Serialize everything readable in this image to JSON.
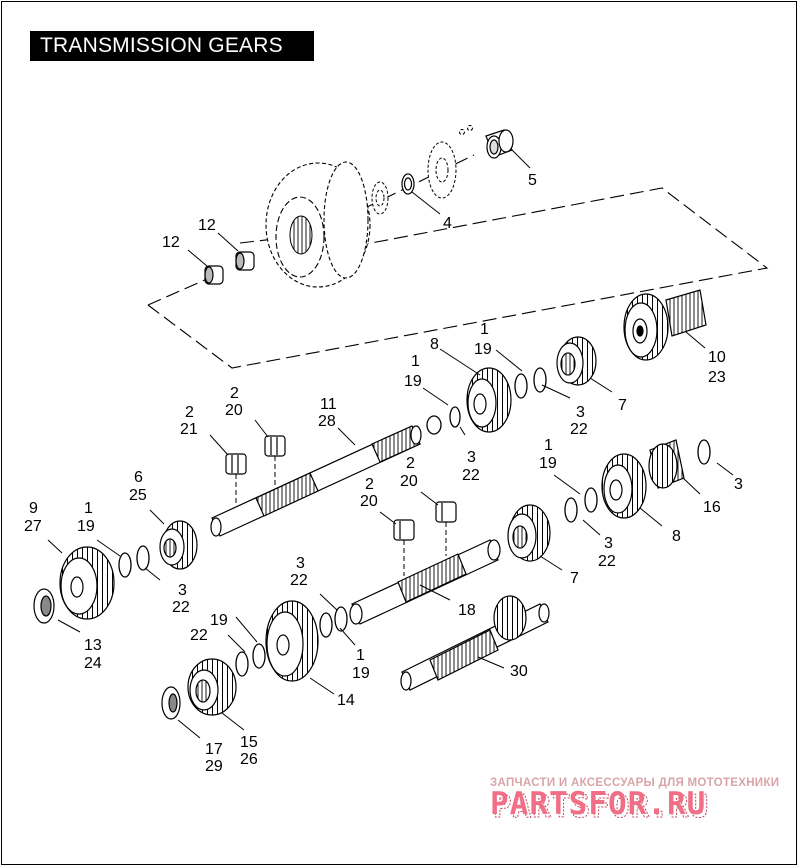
{
  "title": "TRANSMISSION GEARS",
  "watermark": {
    "subtitle": "ЗАПЧАСТИ И АКСЕССУАРЫ ДЛЯ МОТОТЕХНИКИ",
    "brand": "PARTSFOR.RU"
  },
  "callouts": [
    {
      "id": "c5",
      "text": "5"
    },
    {
      "id": "c4",
      "text": "4"
    },
    {
      "id": "c12a",
      "text": "12"
    },
    {
      "id": "c12b",
      "text": "12"
    },
    {
      "id": "c10",
      "text": "10"
    },
    {
      "id": "c23",
      "text": "23"
    },
    {
      "id": "c1a",
      "text": "1"
    },
    {
      "id": "c19a",
      "text": "19"
    },
    {
      "id": "c8a",
      "text": "8"
    },
    {
      "id": "c1b",
      "text": "1"
    },
    {
      "id": "c19b",
      "text": "19"
    },
    {
      "id": "c7a",
      "text": "7"
    },
    {
      "id": "c3a",
      "text": "3"
    },
    {
      "id": "c22a",
      "text": "22"
    },
    {
      "id": "c3b",
      "text": "3"
    },
    {
      "id": "c22b",
      "text": "22"
    },
    {
      "id": "c2a",
      "text": "2"
    },
    {
      "id": "c21",
      "text": "21"
    },
    {
      "id": "c2b",
      "text": "2"
    },
    {
      "id": "c20a",
      "text": "20"
    },
    {
      "id": "c11",
      "text": "11"
    },
    {
      "id": "c28",
      "text": "28"
    },
    {
      "id": "c1c",
      "text": "1"
    },
    {
      "id": "c19c",
      "text": "19"
    },
    {
      "id": "c3c",
      "text": "3"
    },
    {
      "id": "c16",
      "text": "16"
    },
    {
      "id": "c8b",
      "text": "8"
    },
    {
      "id": "c3d",
      "text": "3"
    },
    {
      "id": "c22c",
      "text": "22"
    },
    {
      "id": "c7b",
      "text": "7"
    },
    {
      "id": "c2c",
      "text": "2"
    },
    {
      "id": "c20b",
      "text": "20"
    },
    {
      "id": "c2d",
      "text": "2"
    },
    {
      "id": "c20c",
      "text": "20"
    },
    {
      "id": "c6",
      "text": "6"
    },
    {
      "id": "c25",
      "text": "25"
    },
    {
      "id": "c9",
      "text": "9"
    },
    {
      "id": "c27",
      "text": "27"
    },
    {
      "id": "c1d",
      "text": "1"
    },
    {
      "id": "c19d",
      "text": "19"
    },
    {
      "id": "c3e",
      "text": "3"
    },
    {
      "id": "c22d",
      "text": "22"
    },
    {
      "id": "c13",
      "text": "13"
    },
    {
      "id": "c24",
      "text": "24"
    },
    {
      "id": "c3f",
      "text": "3"
    },
    {
      "id": "c22e",
      "text": "22"
    },
    {
      "id": "c18",
      "text": "18"
    },
    {
      "id": "c1e",
      "text": "1"
    },
    {
      "id": "c19e",
      "text": "19"
    },
    {
      "id": "c19f",
      "text": "19"
    },
    {
      "id": "c22f",
      "text": "22"
    },
    {
      "id": "c14",
      "text": "14"
    },
    {
      "id": "c30",
      "text": "30"
    },
    {
      "id": "c15",
      "text": "15"
    },
    {
      "id": "c26",
      "text": "26"
    },
    {
      "id": "c17",
      "text": "17"
    },
    {
      "id": "c29",
      "text": "29"
    }
  ]
}
